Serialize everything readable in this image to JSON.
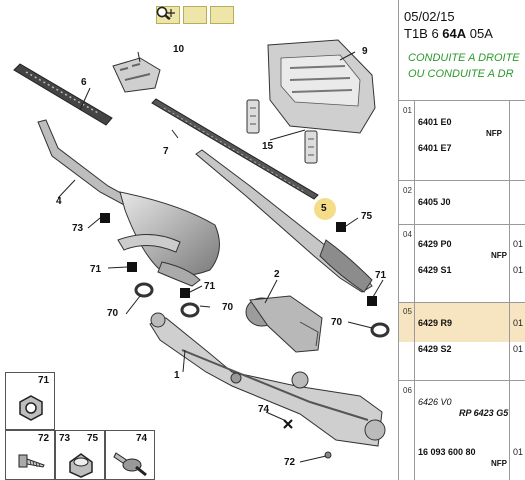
{
  "toolbar": {
    "buttons": [
      {
        "name": "zoom-in-icon"
      },
      {
        "name": "zoom-out-icon"
      },
      {
        "name": "zoom-fit-icon"
      }
    ]
  },
  "diagram": {
    "callouts": [
      "10",
      "9",
      "6",
      "7",
      "15",
      "4",
      "5",
      "73",
      "75",
      "71",
      "2",
      "71",
      "70",
      "70",
      "71",
      "70",
      "1",
      "74",
      "72"
    ],
    "legend": {
      "a": "71",
      "b": "72",
      "c": "73",
      "d": "75",
      "e": "74"
    }
  },
  "panel": {
    "date": "05/02/15",
    "ref_prefix": "T1B 6 ",
    "ref_bold": "64A",
    "ref_suffix": " 05A",
    "condition_1": "CONDUITE A DROITE",
    "condition_2": "OU CONDUITE A DR",
    "rows": [
      {
        "num": "01",
        "parts": [
          {
            "ref": "6401 E0",
            "nfp": "NFP",
            "qty": ""
          },
          {
            "ref": "6401 E7",
            "nfp": "",
            "qty": ""
          }
        ]
      },
      {
        "num": "02",
        "parts": [
          {
            "ref": "6405 J0",
            "nfp": "",
            "qty": ""
          }
        ]
      },
      {
        "num": "04",
        "parts": [
          {
            "ref": "6429 P0",
            "nfp": "NFP",
            "qty": "01"
          },
          {
            "ref": "6429 S1",
            "nfp": "",
            "qty": "01"
          }
        ]
      },
      {
        "num": "05",
        "parts": [
          {
            "ref": "6429 R9",
            "nfp": "",
            "qty": "01"
          }
        ]
      },
      {
        "num": "",
        "parts": [
          {
            "ref": "6429 S2",
            "nfp": "",
            "qty": "01"
          }
        ]
      },
      {
        "num": "06",
        "parts": [
          {
            "ref": "6426 V0",
            "nfp": "",
            "qty": ""
          },
          {
            "ref": "RP 6423 G5",
            "nfp": "",
            "qty": ""
          },
          {
            "ref": "16 093 600 80",
            "nfp": "NFP",
            "qty": "01"
          }
        ]
      }
    ]
  }
}
